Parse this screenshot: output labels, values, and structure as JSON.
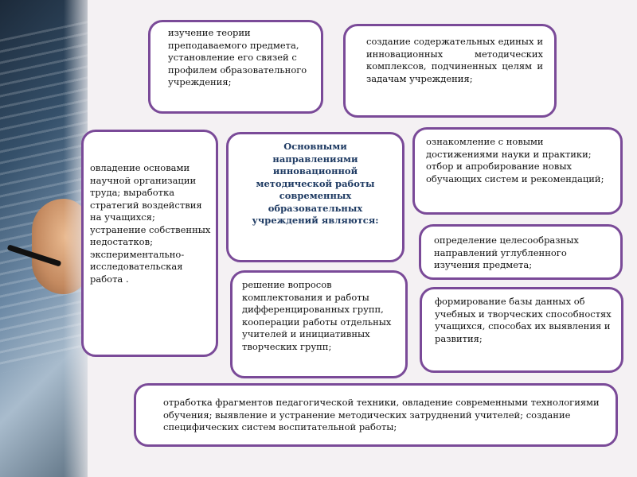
{
  "boxes": {
    "theory": "изучение теории преподаваемого предмета, установление его связей с профилем образовательного учреждения;",
    "complexes": "создание содержательных единых и инновационных методических комплексов, подчиненных целям и задачам учреждения;",
    "center": "Основными направлениями инновационной методической работы современных образовательных учреждений являются:",
    "labor": "овладение основами научной организации труда; выработка стратегий воздействия на учащихся; устранение собственных недостатков; экспериментально-исследовательская работа .",
    "science": "ознакомление с новыми достижениями науки и практики; отбор и апробирование новых обучающих систем и рекомендаций;",
    "directions": "определение целесообразных направлений углубленного изучения предмета;",
    "groups": "решение вопросов комплектования и работы дифференцированных групп, кооперации работы отдельных учителей и инициативных творческих групп;",
    "database": "формирование базы данных об учебных и творческих способностях учащихся, способах их выявления и развития;",
    "techniques": "отработка фрагментов педагогической техники, овладение современными технологиями обучения; выявление и устранение методических затруднений учителей; создание специфических систем воспитательной работы;"
  },
  "colors": {
    "border": "#7a4a98",
    "center_text": "#1f3b63",
    "text": "#111111"
  }
}
